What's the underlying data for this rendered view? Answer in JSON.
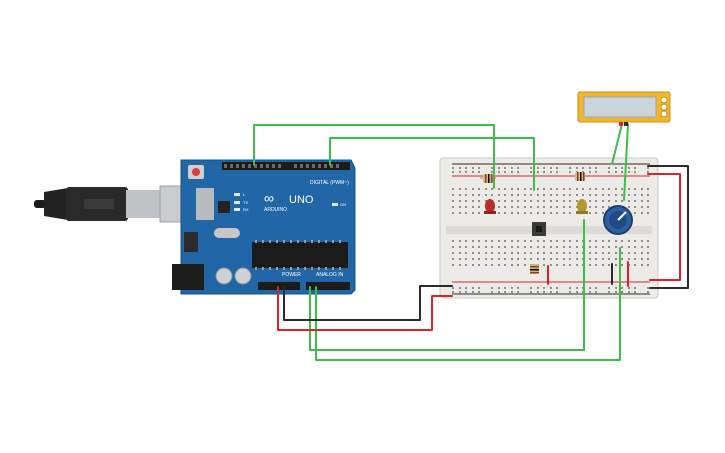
{
  "colors": {
    "board": "#2167a8",
    "board_dark": "#17507f",
    "wire_green": "#3ebd4a",
    "wire_red": "#d9242b",
    "wire_black": "#2b2b2b",
    "breadboard": "#ecebe7",
    "lcd_frame": "#f2b62a",
    "lcd_screen": "#c9d4db"
  },
  "arduino": {
    "logo_text": "ARDUINO",
    "model": "UNO",
    "digital_label": "DIGITAL (PWM~)",
    "power_label": "POWER",
    "analog_label": "ANALOG IN",
    "led_labels": [
      "L",
      "TX",
      "RX"
    ],
    "on_label": "ON"
  },
  "components": {
    "usb_cable": "usb-cable",
    "pushbutton": "pushbutton",
    "potentiometer": "potentiometer",
    "lcd": "lcd-display"
  }
}
